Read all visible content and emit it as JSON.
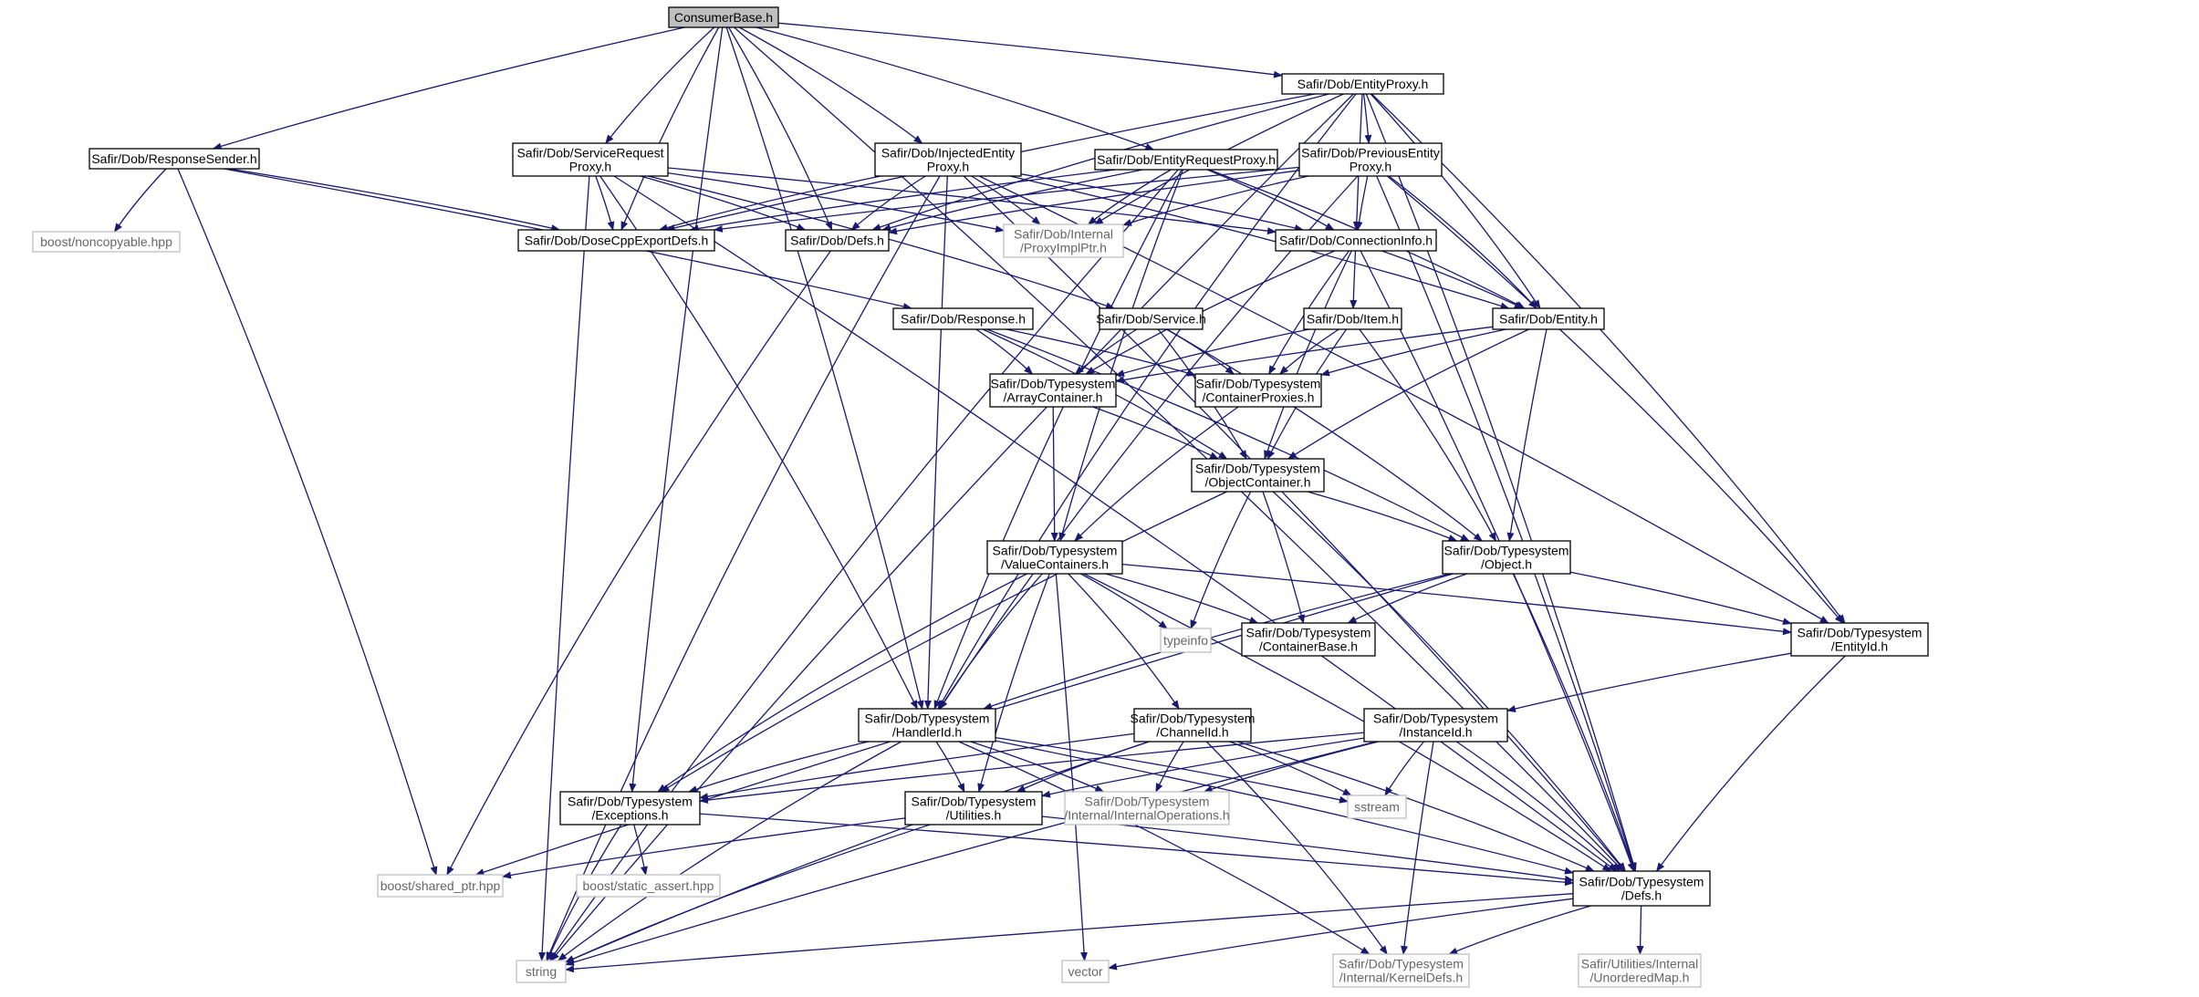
{
  "graph": {
    "root": "n0",
    "nodes": [
      {
        "id": "n0",
        "lines": [
          "ConsumerBase.h"
        ],
        "kind": "root"
      },
      {
        "id": "n1",
        "lines": [
          "Safir/Dob/EntityProxy.h"
        ],
        "kind": "internal"
      },
      {
        "id": "n2",
        "lines": [
          "Safir/Dob/ResponseSender.h"
        ],
        "kind": "internal"
      },
      {
        "id": "n3",
        "lines": [
          "Safir/Dob/ServiceRequest",
          "Proxy.h"
        ],
        "kind": "internal"
      },
      {
        "id": "n4",
        "lines": [
          "Safir/Dob/InjectedEntity",
          "Proxy.h"
        ],
        "kind": "internal"
      },
      {
        "id": "n5",
        "lines": [
          "Safir/Dob/EntityRequestProxy.h"
        ],
        "kind": "internal"
      },
      {
        "id": "n6",
        "lines": [
          "Safir/Dob/PreviousEntity",
          "Proxy.h"
        ],
        "kind": "internal"
      },
      {
        "id": "n7",
        "lines": [
          "boost/noncopyable.hpp"
        ],
        "kind": "external"
      },
      {
        "id": "n8",
        "lines": [
          "Safir/Dob/DoseCppExportDefs.h"
        ],
        "kind": "internal"
      },
      {
        "id": "n9",
        "lines": [
          "Safir/Dob/Defs.h"
        ],
        "kind": "internal"
      },
      {
        "id": "n10",
        "lines": [
          "Safir/Dob/Internal",
          "/ProxyImplPtr.h"
        ],
        "kind": "external"
      },
      {
        "id": "n11",
        "lines": [
          "Safir/Dob/ConnectionInfo.h"
        ],
        "kind": "internal"
      },
      {
        "id": "n12",
        "lines": [
          "Safir/Dob/Response.h"
        ],
        "kind": "internal"
      },
      {
        "id": "n13",
        "lines": [
          "Safir/Dob/Service.h"
        ],
        "kind": "internal"
      },
      {
        "id": "n14",
        "lines": [
          "Safir/Dob/Item.h"
        ],
        "kind": "internal"
      },
      {
        "id": "n15",
        "lines": [
          "Safir/Dob/Entity.h"
        ],
        "kind": "internal"
      },
      {
        "id": "n16",
        "lines": [
          "Safir/Dob/Typesystem",
          "/ArrayContainer.h"
        ],
        "kind": "internal"
      },
      {
        "id": "n17",
        "lines": [
          "Safir/Dob/Typesystem",
          "/ContainerProxies.h"
        ],
        "kind": "internal"
      },
      {
        "id": "n18",
        "lines": [
          "Safir/Dob/Typesystem",
          "/ObjectContainer.h"
        ],
        "kind": "internal"
      },
      {
        "id": "n19",
        "lines": [
          "Safir/Dob/Typesystem",
          "/ValueContainers.h"
        ],
        "kind": "internal"
      },
      {
        "id": "n20",
        "lines": [
          "Safir/Dob/Typesystem",
          "/Object.h"
        ],
        "kind": "internal"
      },
      {
        "id": "n21",
        "lines": [
          "typeinfo"
        ],
        "kind": "external"
      },
      {
        "id": "n22",
        "lines": [
          "Safir/Dob/Typesystem",
          "/ContainerBase.h"
        ],
        "kind": "internal"
      },
      {
        "id": "n23",
        "lines": [
          "Safir/Dob/Typesystem",
          "/EntityId.h"
        ],
        "kind": "internal"
      },
      {
        "id": "n24",
        "lines": [
          "Safir/Dob/Typesystem",
          "/HandlerId.h"
        ],
        "kind": "internal"
      },
      {
        "id": "n25",
        "lines": [
          "Safir/Dob/Typesystem",
          "/ChannelId.h"
        ],
        "kind": "internal"
      },
      {
        "id": "n26",
        "lines": [
          "Safir/Dob/Typesystem",
          "/InstanceId.h"
        ],
        "kind": "internal"
      },
      {
        "id": "n27",
        "lines": [
          "Safir/Dob/Typesystem",
          "/Exceptions.h"
        ],
        "kind": "internal"
      },
      {
        "id": "n28",
        "lines": [
          "Safir/Dob/Typesystem",
          "/Utilities.h"
        ],
        "kind": "internal"
      },
      {
        "id": "n29",
        "lines": [
          "Safir/Dob/Typesystem",
          "/Internal/InternalOperations.h"
        ],
        "kind": "external"
      },
      {
        "id": "n30",
        "lines": [
          "sstream"
        ],
        "kind": "external"
      },
      {
        "id": "n31",
        "lines": [
          "Safir/Dob/Typesystem",
          "/Defs.h"
        ],
        "kind": "internal"
      },
      {
        "id": "n32",
        "lines": [
          "boost/shared_ptr.hpp"
        ],
        "kind": "external"
      },
      {
        "id": "n33",
        "lines": [
          "boost/static_assert.hpp"
        ],
        "kind": "external"
      },
      {
        "id": "n34",
        "lines": [
          "string"
        ],
        "kind": "external"
      },
      {
        "id": "n35",
        "lines": [
          "vector"
        ],
        "kind": "external"
      },
      {
        "id": "n36",
        "lines": [
          "Safir/Dob/Typesystem",
          "/Internal/KernelDefs.h"
        ],
        "kind": "external"
      },
      {
        "id": "n37",
        "lines": [
          "Safir/Utilities/Internal",
          "/UnorderedMap.h"
        ],
        "kind": "external"
      }
    ],
    "edges": [
      [
        "n0",
        "n1"
      ],
      [
        "n0",
        "n2"
      ],
      [
        "n0",
        "n3"
      ],
      [
        "n0",
        "n4"
      ],
      [
        "n0",
        "n5"
      ],
      [
        "n0",
        "n8"
      ],
      [
        "n0",
        "n9"
      ],
      [
        "n0",
        "n24"
      ],
      [
        "n0",
        "n27"
      ],
      [
        "n0",
        "n31"
      ],
      [
        "n1",
        "n6"
      ],
      [
        "n1",
        "n8"
      ],
      [
        "n1",
        "n9"
      ],
      [
        "n1",
        "n10"
      ],
      [
        "n1",
        "n11"
      ],
      [
        "n1",
        "n15"
      ],
      [
        "n1",
        "n23"
      ],
      [
        "n1",
        "n24"
      ],
      [
        "n1",
        "n31"
      ],
      [
        "n1",
        "n34"
      ],
      [
        "n2",
        "n7"
      ],
      [
        "n2",
        "n8"
      ],
      [
        "n2",
        "n12"
      ],
      [
        "n2",
        "n32"
      ],
      [
        "n3",
        "n8"
      ],
      [
        "n3",
        "n9"
      ],
      [
        "n3",
        "n10"
      ],
      [
        "n3",
        "n11"
      ],
      [
        "n3",
        "n13"
      ],
      [
        "n3",
        "n24"
      ],
      [
        "n3",
        "n31"
      ],
      [
        "n3",
        "n34"
      ],
      [
        "n4",
        "n8"
      ],
      [
        "n4",
        "n9"
      ],
      [
        "n4",
        "n10"
      ],
      [
        "n4",
        "n11"
      ],
      [
        "n4",
        "n15"
      ],
      [
        "n4",
        "n23"
      ],
      [
        "n4",
        "n24"
      ],
      [
        "n4",
        "n31"
      ],
      [
        "n4",
        "n34"
      ],
      [
        "n5",
        "n8"
      ],
      [
        "n5",
        "n9"
      ],
      [
        "n5",
        "n10"
      ],
      [
        "n5",
        "n11"
      ],
      [
        "n5",
        "n15"
      ],
      [
        "n5",
        "n19"
      ],
      [
        "n5",
        "n24"
      ],
      [
        "n5",
        "n34"
      ],
      [
        "n6",
        "n8"
      ],
      [
        "n6",
        "n9"
      ],
      [
        "n6",
        "n10"
      ],
      [
        "n6",
        "n11"
      ],
      [
        "n6",
        "n15"
      ],
      [
        "n6",
        "n23"
      ],
      [
        "n6",
        "n24"
      ],
      [
        "n6",
        "n31"
      ],
      [
        "n9",
        "n32"
      ],
      [
        "n11",
        "n14"
      ],
      [
        "n11",
        "n15"
      ],
      [
        "n11",
        "n16"
      ],
      [
        "n11",
        "n17"
      ],
      [
        "n11",
        "n18"
      ],
      [
        "n11",
        "n31"
      ],
      [
        "n12",
        "n16"
      ],
      [
        "n12",
        "n17"
      ],
      [
        "n12",
        "n18"
      ],
      [
        "n12",
        "n20"
      ],
      [
        "n13",
        "n16"
      ],
      [
        "n13",
        "n17"
      ],
      [
        "n13",
        "n18"
      ],
      [
        "n13",
        "n20"
      ],
      [
        "n14",
        "n16"
      ],
      [
        "n14",
        "n17"
      ],
      [
        "n14",
        "n18"
      ],
      [
        "n14",
        "n20"
      ],
      [
        "n15",
        "n16"
      ],
      [
        "n15",
        "n17"
      ],
      [
        "n15",
        "n18"
      ],
      [
        "n15",
        "n20"
      ],
      [
        "n16",
        "n18"
      ],
      [
        "n16",
        "n19"
      ],
      [
        "n17",
        "n19"
      ],
      [
        "n18",
        "n20"
      ],
      [
        "n18",
        "n21"
      ],
      [
        "n18",
        "n22"
      ],
      [
        "n18",
        "n27"
      ],
      [
        "n18",
        "n31"
      ],
      [
        "n19",
        "n21"
      ],
      [
        "n19",
        "n22"
      ],
      [
        "n19",
        "n23"
      ],
      [
        "n19",
        "n24"
      ],
      [
        "n19",
        "n25"
      ],
      [
        "n19",
        "n27"
      ],
      [
        "n19",
        "n28"
      ],
      [
        "n19",
        "n31"
      ],
      [
        "n19",
        "n35"
      ],
      [
        "n20",
        "n22"
      ],
      [
        "n20",
        "n23"
      ],
      [
        "n20",
        "n24"
      ],
      [
        "n20",
        "n31"
      ],
      [
        "n20",
        "n32"
      ],
      [
        "n23",
        "n26"
      ],
      [
        "n23",
        "n31"
      ],
      [
        "n24",
        "n27"
      ],
      [
        "n24",
        "n28"
      ],
      [
        "n24",
        "n29"
      ],
      [
        "n24",
        "n30"
      ],
      [
        "n24",
        "n31"
      ],
      [
        "n24",
        "n34"
      ],
      [
        "n24",
        "n36"
      ],
      [
        "n25",
        "n27"
      ],
      [
        "n25",
        "n28"
      ],
      [
        "n25",
        "n29"
      ],
      [
        "n25",
        "n30"
      ],
      [
        "n25",
        "n31"
      ],
      [
        "n25",
        "n34"
      ],
      [
        "n25",
        "n36"
      ],
      [
        "n26",
        "n27"
      ],
      [
        "n26",
        "n28"
      ],
      [
        "n26",
        "n29"
      ],
      [
        "n26",
        "n30"
      ],
      [
        "n26",
        "n31"
      ],
      [
        "n26",
        "n34"
      ],
      [
        "n26",
        "n36"
      ],
      [
        "n27",
        "n31"
      ],
      [
        "n27",
        "n33"
      ],
      [
        "n27",
        "n34"
      ],
      [
        "n28",
        "n31"
      ],
      [
        "n28",
        "n32"
      ],
      [
        "n28",
        "n34"
      ],
      [
        "n31",
        "n34"
      ],
      [
        "n31",
        "n35"
      ],
      [
        "n31",
        "n36"
      ],
      [
        "n31",
        "n37"
      ]
    ]
  }
}
